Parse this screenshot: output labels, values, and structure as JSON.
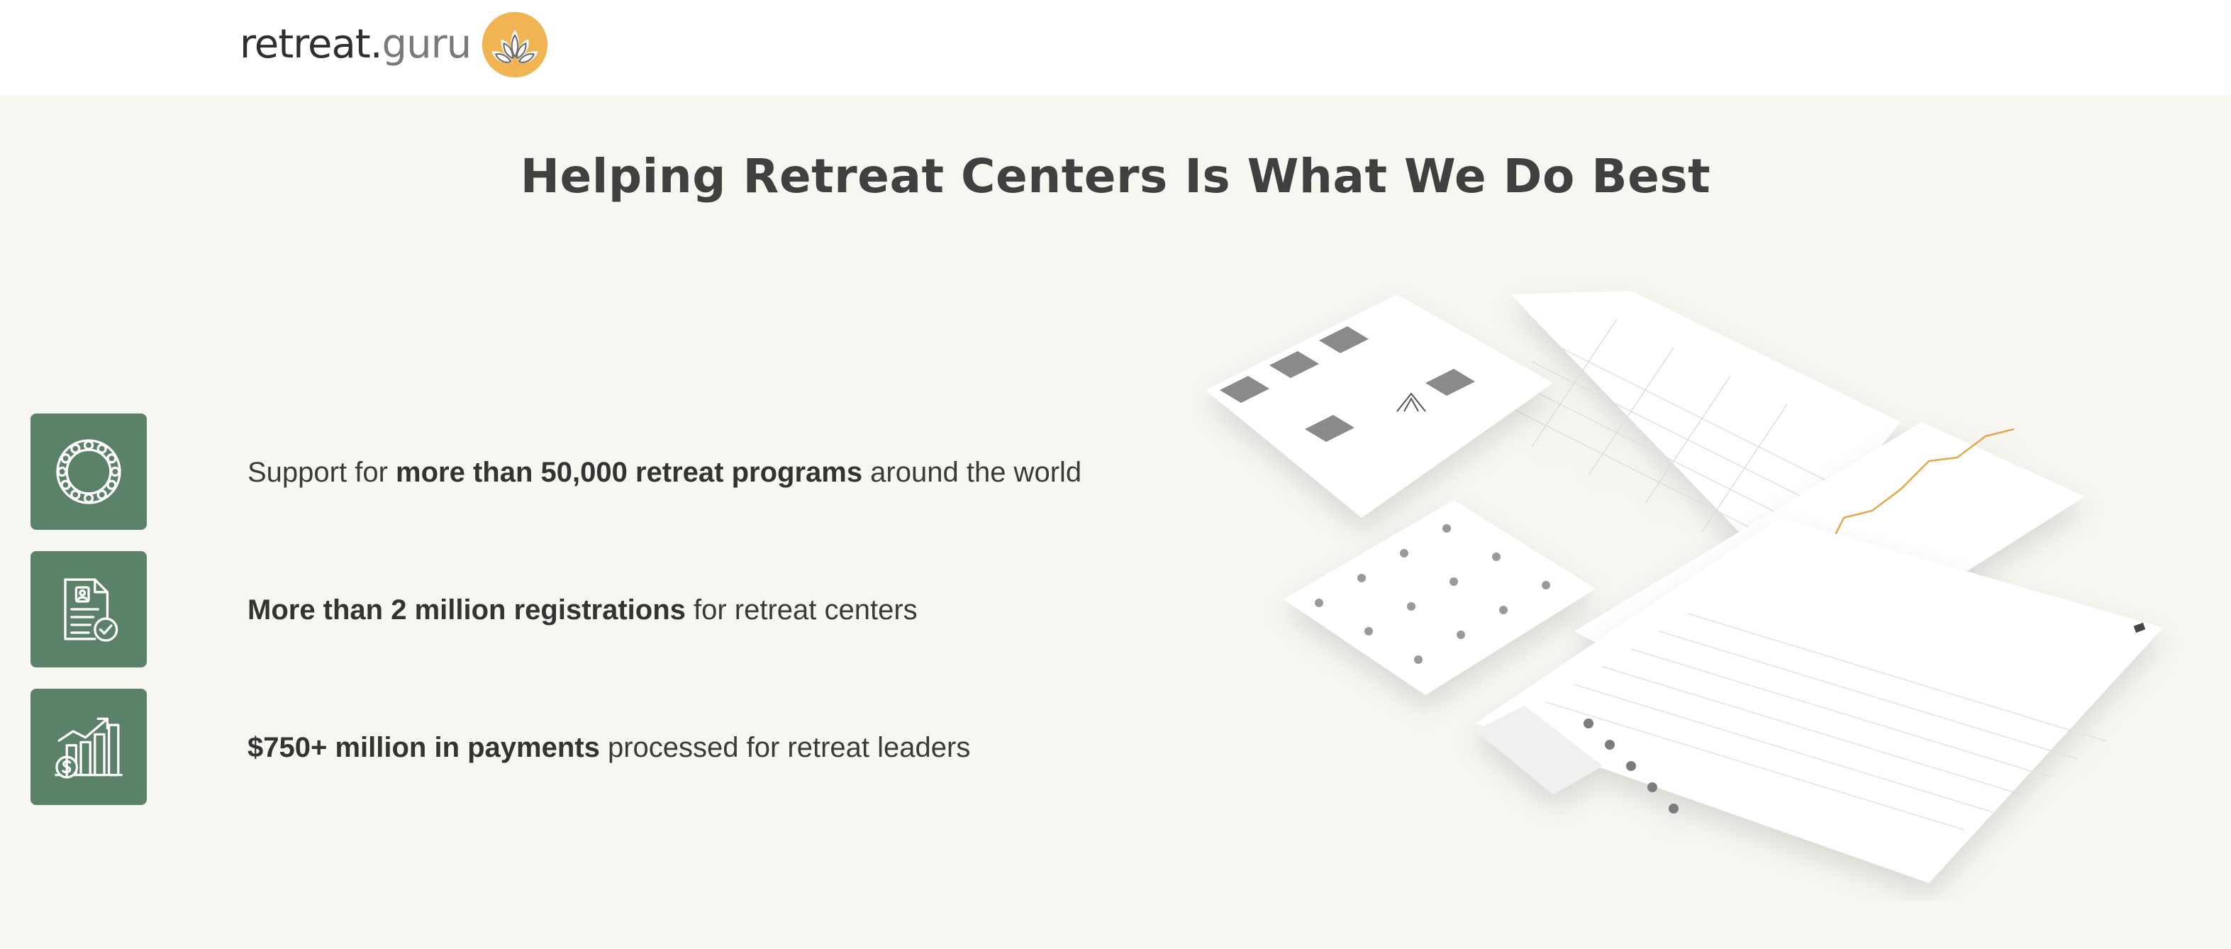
{
  "header": {
    "logo_text_main": "retreat",
    "logo_text_dot": ".",
    "logo_text_tld": "guru",
    "logo_icon": "lotus-sun-icon",
    "logo_color": "#f0b452"
  },
  "main": {
    "title": "Helping Retreat Centers Is What We Do Best"
  },
  "features": [
    {
      "icon": "circle-ring-icon",
      "prefix": "Support for ",
      "bold": "more than 50,000 retreat programs",
      "suffix": " around the world"
    },
    {
      "icon": "document-check-icon",
      "prefix": "",
      "bold": "More than 2 million registrations",
      "suffix": " for retreat centers"
    },
    {
      "icon": "growth-chart-dollar-icon",
      "prefix": "",
      "bold": "$750+ million in payments",
      "suffix": " processed for retreat leaders"
    }
  ],
  "colors": {
    "icon_bg": "#5b8168",
    "page_bg": "#f7f6f1",
    "accent": "#f0b452"
  }
}
